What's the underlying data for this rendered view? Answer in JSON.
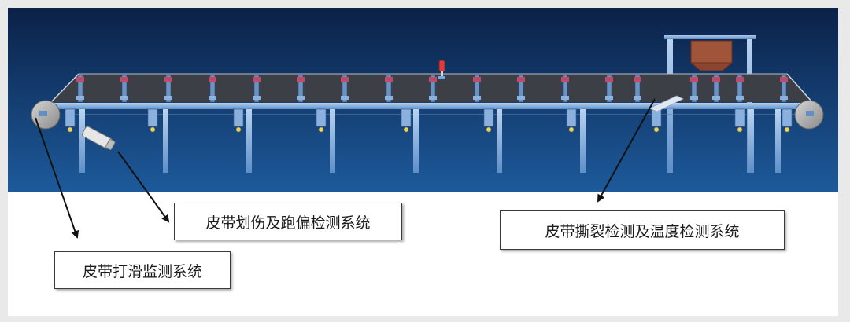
{
  "labels": {
    "scratch_deviation": "皮带划伤及跑偏检测系统",
    "tear_temperature": "皮带撕裂检测及温度检测系统",
    "slip_monitor": "皮带打滑监测系统"
  },
  "colors": {
    "sky_top": "#0b2147",
    "sky_bottom": "#1d5a9b",
    "belt": "#3d3f46",
    "frame": "#7aa6d8",
    "hopper": "#a0543a",
    "sensor_red": "#e03a3a",
    "drum": "#a9a9a9"
  },
  "icons": {
    "arrow": "arrow-icon",
    "sensor": "camera-sensor-icon"
  }
}
